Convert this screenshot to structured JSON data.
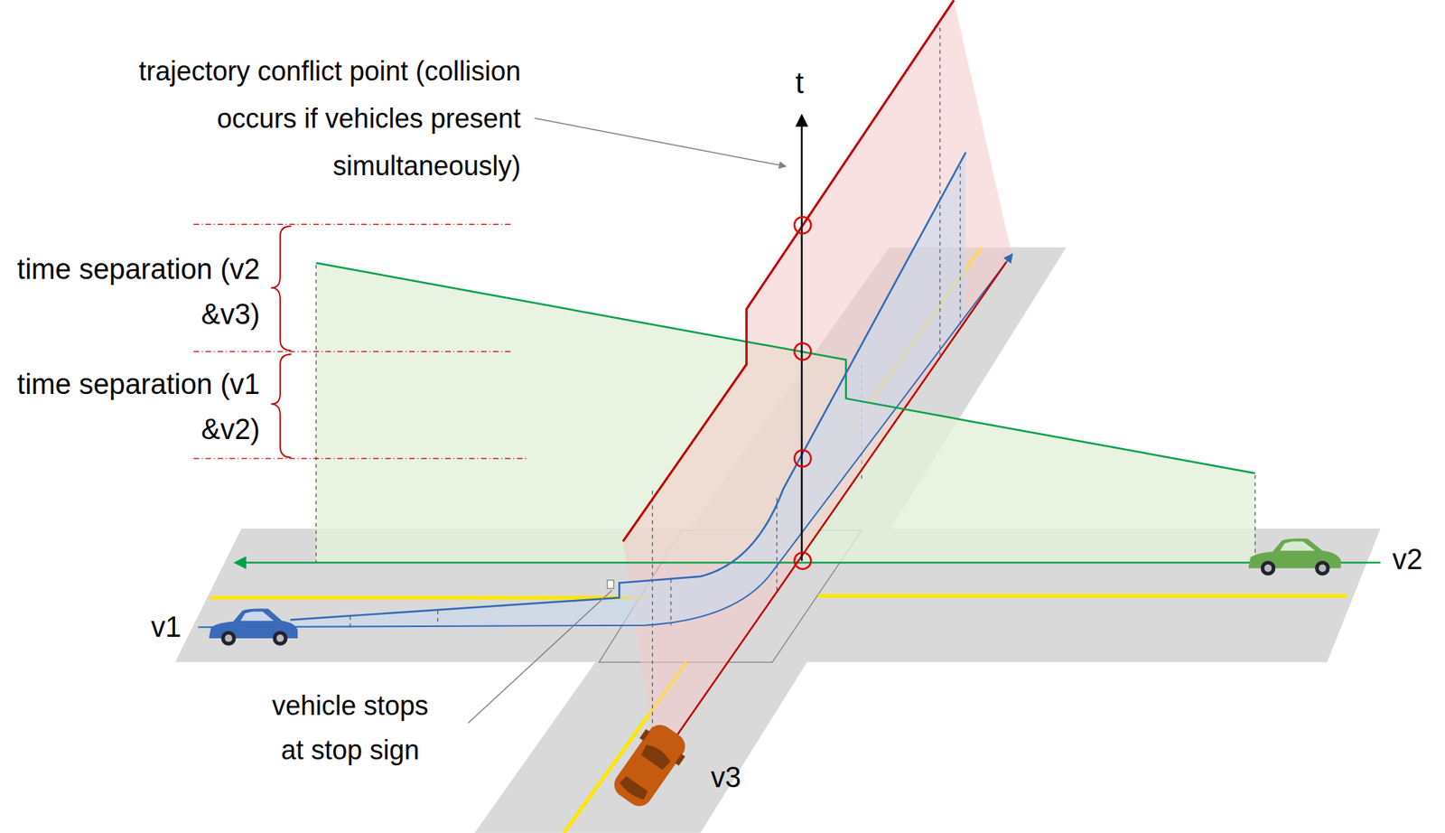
{
  "diagram": {
    "labels": [
      "trajectory conflict point (collision occurs if vehicles present simultaneously)",
      "t",
      "time separation (v2 &v3)",
      "time separation (v1 &v2)",
      "v1",
      "v2",
      "v3",
      "vehicle stops at stop sign"
    ]
  }
}
